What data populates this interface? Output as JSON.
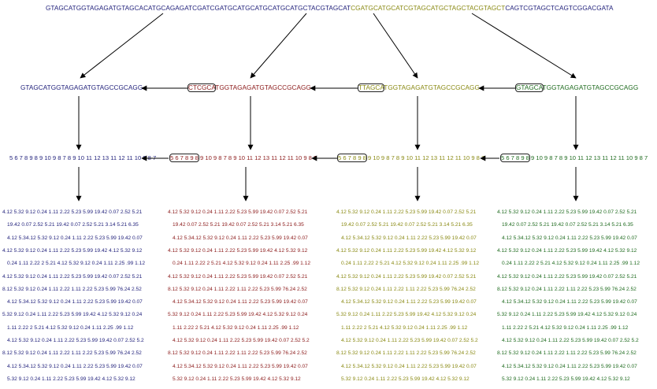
{
  "colors": {
    "navy": "#1f1f7a",
    "maroon": "#8b1a1a",
    "olive": "#8a8a14",
    "green": "#1f6b1f",
    "arrow": "#000000"
  },
  "top_sequence": {
    "part1": "GTAGCATGGTAGAGATGTAGCACATGCAGAGATCGATCGATGCATGCATGCATGCATGCTACGTAGCAT",
    "part2": "CGATGCATGCATCGTAGCATGCTAGCTACGTAGCT",
    "part3": "CAGTCGTAGCTCAGTCGGACGATA"
  },
  "reads": [
    {
      "boxed": "",
      "rest": "GTAGCATGGTAGAGATGTAGCCGCAGG"
    },
    {
      "boxed": "CTCGCA",
      "rest": "TGGTAGAGATGTAGCCGCAGG"
    },
    {
      "boxed": "TTAGCA",
      "rest": "TGGTAGAGATGTAGCCGCAGG"
    },
    {
      "boxed": "GTAGCA",
      "rest": "TGGTAGAGATGTAGCCGCAGG"
    }
  ],
  "numbers": [
    {
      "boxed": "",
      "rest": "5 6 7 8 9 8 9 10 9 8 7 8 9 10 11 12 13 11 12 11 10 9 8 7"
    },
    {
      "boxed": "5 6 7 8 9 8",
      "rest": "9 10 9 8 7 8 9 10 11 12 13 11 12 11 10 9 8 7"
    },
    {
      "boxed": "5 6 7 8 9 8",
      "rest": "9 10 9 8 7 8 9 10 11 12 13 11 12 11 10 9 8 7"
    },
    {
      "boxed": "5 6 7 8 9 8",
      "rest": "9 10 9 8 7 8 9 10 11 12 13 11 12 11 10 9 8 7"
    }
  ],
  "value_rows": [
    "4.12 5.32 9.12 0.24 1.11 2.22 5.23 5.99   19.42 0.07 2.52 5.21",
    "19.42 0.07 2.52 5.21    19.42 0.07 2.52 5.21   3.14 5.21 6.35",
    "4.12 5.34.12 5.32 9.12 0.24 1.11 2.22 5.23 5.99  19.42 0.07",
    "4.12 5.32 9.12 0.24 1.11 2.22 5.23 5.99   19.42   4.12 5.32 9.12",
    "0.24 1.11 2.22 2 5.21   4.12 5.32 9.12 0.24 1.11 2.25  .99 1.12",
    "4.12 5.32 9.12 0.24 1.11 2.22 5.23 5.99   19.42 0.07 2.52 5.21",
    "8.12 5.32 9.12 0.24 1.11 2.22   1.11 2.22 5.23 5.99 76.24 2.52",
    "4.12 5.34.12 5.32 9.12 0.24 1.11 2.22 5.23 5.99  19.42 0.07",
    "5.32 9.12 0.24 1.11 2.22 5.23 5.99   19.42   4.12 5.32 9.12 0.24",
    "1.11 2.22 2 5.21   4.12 5.32 9.12 0.24 1.11 2.25  .99 1.12",
    "4.12 5.32 9.12 0.24 1.11 2.22 5.23 5.99   19.42 0.07 2.52 5.2",
    "8.12 5.32 9.12 0.24 1.11 2.22   1.11 2.22 5.23 5.99 76.24 2.52",
    "4.12 5.34.12 5.32 9.12 0.24 1.11 2.22 5.23 5.99  19.42 0.07",
    "5.32 9.12 0.24 1.11 2.22 5.23 5.99   19.42   4.12 5.32 9.12"
  ]
}
